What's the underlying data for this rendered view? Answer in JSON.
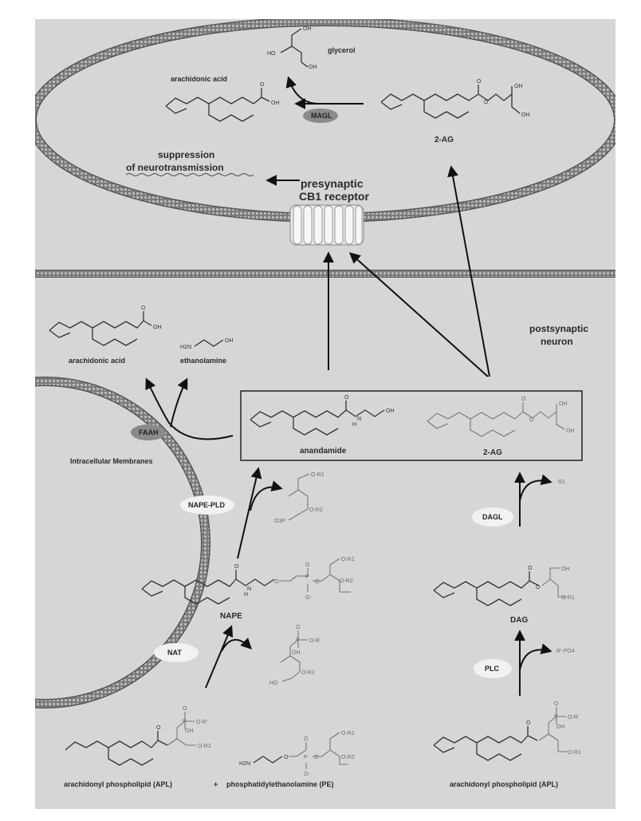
{
  "labels": {
    "glycerol": "glycerol",
    "arachidonic_acid_top": "arachidonic acid",
    "two_ag_top": "2-AG",
    "suppression_line1": "suppression",
    "suppression_line2": "of neurotransmission",
    "presynaptic_line1": "presynaptic",
    "presynaptic_line2": "CB1 receptor",
    "arachidonic_acid_mid": "arachidonic acid",
    "ethanolamine": "ethanolamine",
    "postsynaptic_line1": "postsynaptic",
    "postsynaptic_line2": "neuron",
    "intracellular": "Intracellular Membranes",
    "anandamide": "anandamide",
    "two_ag_box": "2-AG",
    "nape": "NAPE",
    "dag": "DAG",
    "apl_left": "arachidonyl phospholipid (APL)",
    "plus": "+",
    "pe": "phosphatidylethanolamine (PE)",
    "apl_right": "arachidonyl phospholipid (APL)"
  },
  "enzymes": {
    "magl": "MAGL",
    "faah": "FAAH",
    "nape_pld": "NAPE-PLD",
    "nat": "NAT",
    "dagl": "DAGL",
    "plc": "PLC"
  },
  "atoms": {
    "oh": "OH",
    "ho": "HO",
    "o": "O",
    "h2n": "H2N",
    "h": "H",
    "n": "N",
    "p": "P",
    "o_minus": "O-",
    "o_r1": "O-R1",
    "o_r2": "O-R2",
    "o_r_prime": "O-R'",
    "r1": "R1",
    "r_po4": "R'-PO4",
    "o3p": "O3P"
  },
  "colors": {
    "background": "#d6d6d6",
    "membrane": "#6e6e6e",
    "enzyme_dark": "#8a8a8a",
    "enzyme_light": "#f2f2f2",
    "receptor": "#f4f4f4"
  }
}
